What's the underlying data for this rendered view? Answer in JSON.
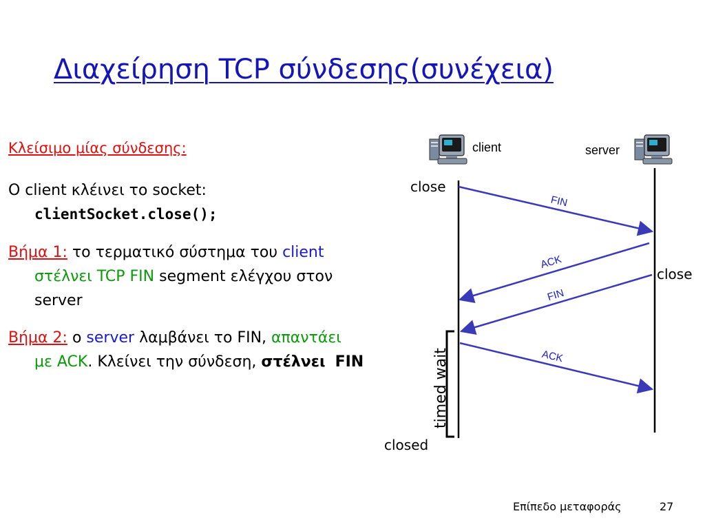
{
  "title": "Διαχείρηση TCP σύνδεσης(συνέχεια)",
  "left_text": {
    "heading": "Κλείσιμο μίας σύνδεσης:",
    "para1_line1": "O client κλέινει το socket:",
    "para1_code": "clientSocket.close();",
    "step1_label": "Βήμα 1:",
    "step1_a": "το τερματικό σύστημα του",
    "step1_client": "client",
    "step1_b": "στέλνει",
    "step1_tcpfin": "TCP FIN",
    "step1_c": "segment ελέγχου στον",
    "step1_d": "server",
    "step2_label": "Βήμα 2:",
    "step2_a": "ο",
    "step2_server": "server",
    "step2_b": "λαμβάνει το FIN,",
    "step2_reply": "απαντάει",
    "step2_meack": "με ACK",
    "step2_c": ". Κλείνει την σύνδεση,",
    "step2_sends": "στέλνει",
    "step2_fin": "FIN"
  },
  "diagram": {
    "client_label": "client",
    "server_label": "server",
    "close_client": "close",
    "close_server": "close",
    "timed_wait": "timed wait",
    "closed": "closed",
    "messages": [
      {
        "label": "FIN",
        "direction": "client-to-server"
      },
      {
        "label": "ACK",
        "direction": "server-to-client"
      },
      {
        "label": "FIN",
        "direction": "server-to-client"
      },
      {
        "label": "ACK",
        "direction": "client-to-server"
      }
    ],
    "colors": {
      "arrow": "#3a3ab8",
      "line": "#000000"
    }
  },
  "footer": {
    "chapter": "Επίπεδο μεταφοράς",
    "page": "27"
  }
}
